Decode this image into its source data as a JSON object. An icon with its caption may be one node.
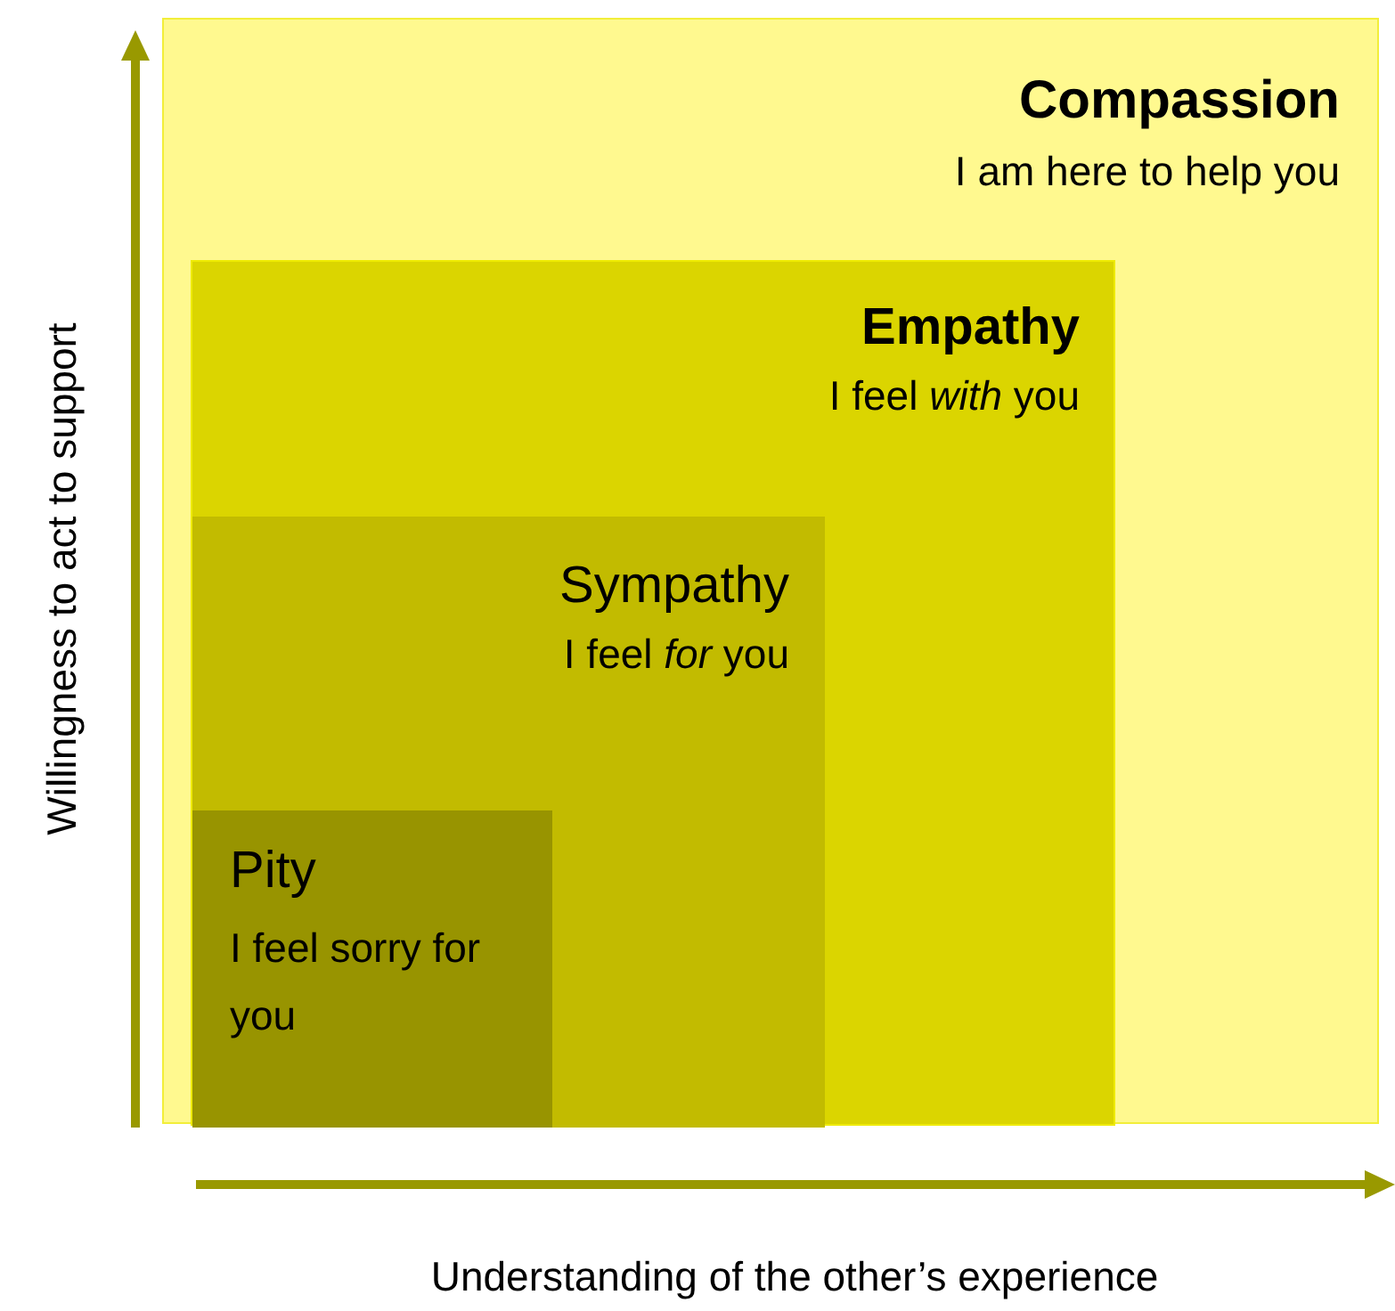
{
  "diagram": {
    "nodes": [
      {
        "text": [
          "Compassion",
          "I am here to help you"
        ]
      },
      {
        "text": [
          "Empathy",
          "I feel *with* you"
        ],
        "in": 0
      },
      {
        "text": [
          "Sympathy",
          "I feel *for* you"
        ],
        "in": 1
      },
      {
        "text": [
          "Pity",
          "I feel sorry for you"
        ],
        "in": 2
      }
    ],
    "edges": [],
    "labels": [
      "Willingness to act to support",
      "Understanding of the other’s experience"
    ]
  }
}
